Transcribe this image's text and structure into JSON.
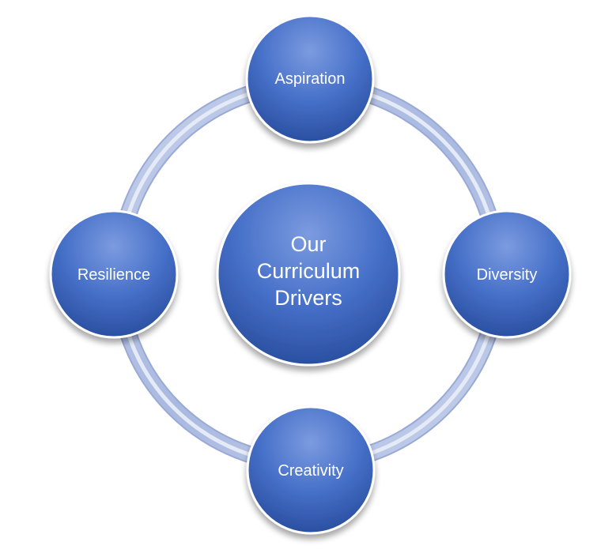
{
  "diagram": {
    "center": {
      "lines": [
        "Our",
        "Curriculum",
        "Drivers"
      ]
    },
    "nodes": {
      "top": "Aspiration",
      "right": "Diversity",
      "bottom": "Creativity",
      "left": "Resilience"
    },
    "colors": {
      "node_light": "#6b8ed6",
      "node_mid": "#3f68c2",
      "node_dark": "#2a4fa0",
      "ring_outer": "#b9c6e6",
      "ring_inner": "#dfe6f5",
      "label": "#ffffff"
    }
  }
}
